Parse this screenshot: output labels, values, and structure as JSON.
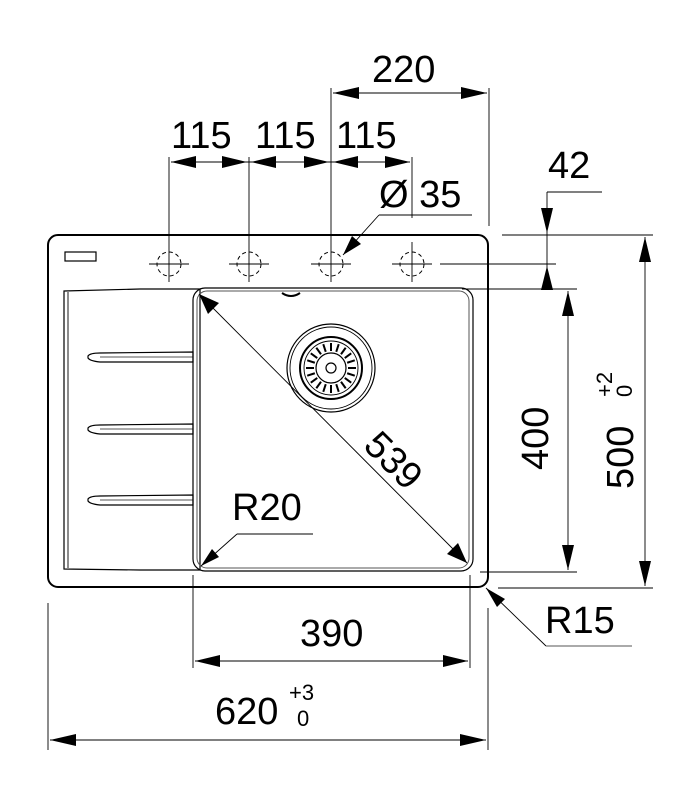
{
  "drawing": {
    "subject": "Kitchen sink with drainer - dimensioned top view",
    "units": "mm",
    "dimensions": {
      "tap_hole_spacing": [
        "115",
        "115",
        "115"
      ],
      "tap_hole_offset": "220",
      "tap_hole_diameter": "Ø 35",
      "tap_hole_edge_offset": "42",
      "bowl_depth": "400",
      "overall_depth": "500",
      "overall_depth_tol_upper": "+2",
      "overall_depth_tol_lower": "0",
      "bowl_diagonal": "539",
      "bowl_corner_radius": "R20",
      "bowl_width": "390",
      "outer_corner_radius": "R15",
      "overall_width": "620",
      "overall_width_tol_upper": "+3",
      "overall_width_tol_lower": "0"
    },
    "features": [
      "tap-holes x4",
      "drainer with 3 ribs",
      "strainer waste",
      "overflow slot",
      "label plate"
    ]
  }
}
